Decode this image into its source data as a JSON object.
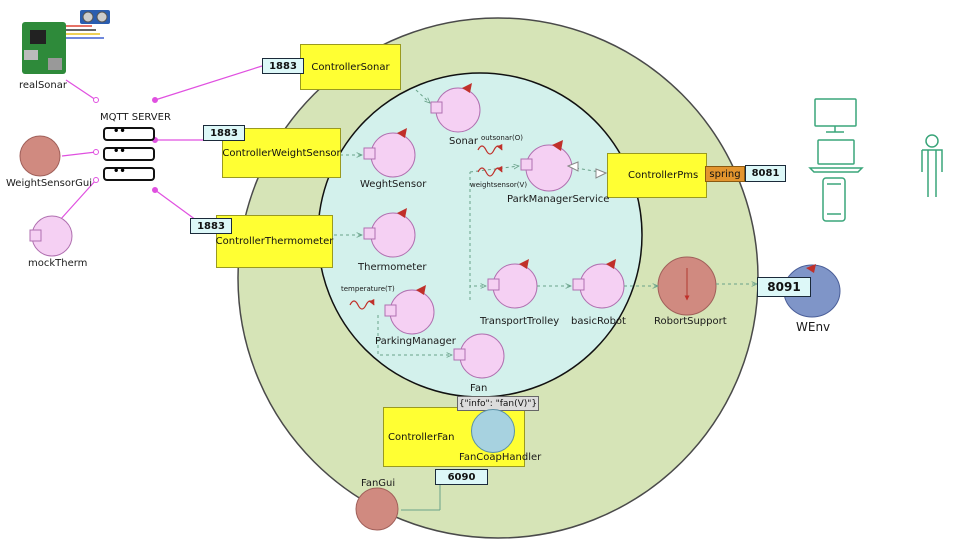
{
  "mqtt_server": {
    "title": "MQTT SERVER",
    "rows": [
      "••",
      "••",
      "••"
    ]
  },
  "external": {
    "real_sonar": "realSonar",
    "weight_sensor_gui": "WeightSensorGui",
    "mock_therm": "mockTherm",
    "fan_gui": "FanGui",
    "wenv": "WEnv"
  },
  "controllers": {
    "sonar": "ControllerSonar",
    "weight_sensor": "ControllerWeightSensor",
    "thermometer": "ControllerThermometer",
    "pms": "ControllerPms",
    "fan": "ControllerFan"
  },
  "ports": {
    "sonar": "1883",
    "weight_sensor": "1883",
    "thermometer": "1883",
    "pms": "8081",
    "fan": "6090",
    "wenv": "8091"
  },
  "spring": "spring",
  "actors": {
    "sonar": "Sonar",
    "weight_sensor": "WeghtSensor",
    "thermometer": "Thermometer",
    "parking_manager": "ParkingManager",
    "fan": "Fan",
    "park_manager_service": "ParkManagerService",
    "transport_trolley": "TransportTrolley",
    "basic_robot": "basicRobot",
    "robort_support": "RobortSupport",
    "fan_coap_handler": "FanCoapHandler"
  },
  "events": {
    "outsonar": "outsonar(O)",
    "weightsensor": "weightsensor(V)",
    "temperature": "temperature(T)"
  },
  "fan_info": "{\"info\": \"fan(V)\"}",
  "colors": {
    "outer_ring": "#d6e4b7",
    "inner_circle": "#d3f1ec",
    "actor_fill": "#f5d0f3",
    "controller_fill": "#ffff33",
    "mqtt_link": "#e050e0",
    "device_icon": "#3aa57a",
    "external_actor": "#d08a80",
    "wenv": "#7f95c8",
    "fan_coap": "#a7d2e0"
  }
}
